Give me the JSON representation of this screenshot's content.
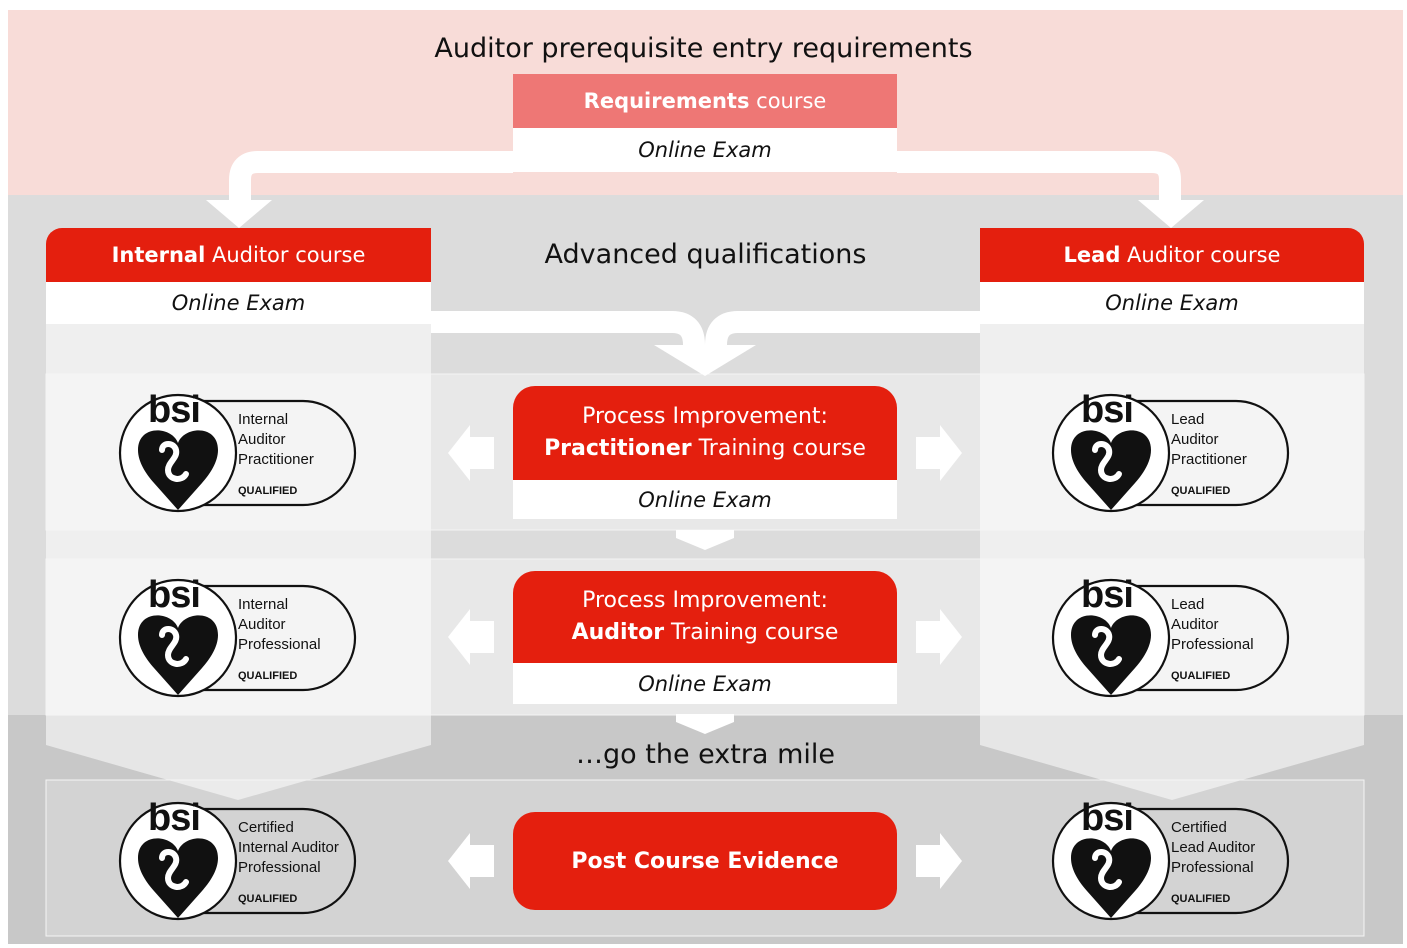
{
  "title": "Auditor prerequisite entry requirements",
  "requirements": {
    "bold": "Requirements",
    "rest": " course",
    "exam": "Online Exam"
  },
  "internal": {
    "bold": "Internal",
    "rest": " Auditor course",
    "exam": "Online Exam"
  },
  "lead": {
    "bold": "Lead",
    "rest": " Auditor course",
    "exam": "Online Exam"
  },
  "advanced_heading": "Advanced qualifications",
  "practitioner": {
    "line1": "Process Improvement:",
    "bold": "Practitioner",
    "rest": " Training course",
    "exam": "Online Exam"
  },
  "auditor": {
    "line1": "Process Improvement:",
    "bold": "Auditor",
    "rest": " Training course",
    "exam": "Online Exam"
  },
  "extra_mile": "…go the extra mile",
  "post_course": "Post Course Evidence",
  "badge_logo_text": "bsi",
  "badges": {
    "ia_practitioner": {
      "lines": [
        "Internal",
        "Auditor",
        "Practitioner"
      ],
      "qualified": "QUALIFIED"
    },
    "la_practitioner": {
      "lines": [
        "Lead",
        "Auditor",
        "Practitioner"
      ],
      "qualified": "QUALIFIED"
    },
    "ia_professional": {
      "lines": [
        "Internal",
        "Auditor",
        "Professional"
      ],
      "qualified": "QUALIFIED"
    },
    "la_professional": {
      "lines": [
        "Lead",
        "Auditor",
        "Professional"
      ],
      "qualified": "QUALIFIED"
    },
    "cert_ia_professional": {
      "lines": [
        "Certified",
        "Internal Auditor",
        "Professional"
      ],
      "qualified": "QUALIFIED"
    },
    "cert_la_professional": {
      "lines": [
        "Certified",
        "Lead Auditor",
        "Professional"
      ],
      "qualified": "QUALIFIED"
    }
  },
  "colors": {
    "red": "#e41f0e",
    "pink": "#ee7775",
    "band_top": "#f8dcd8",
    "band_mid": "#dcdcdc",
    "band_bottom": "#c8c8c8"
  }
}
